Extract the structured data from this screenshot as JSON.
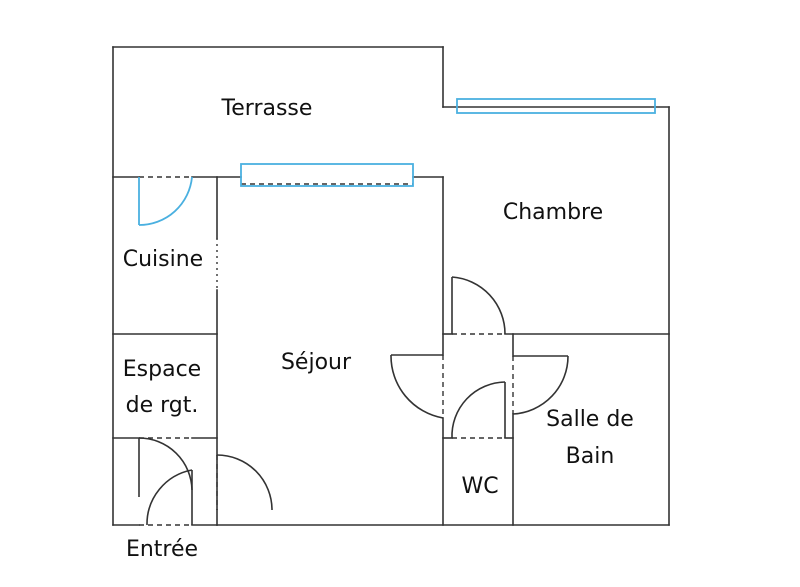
{
  "rooms": {
    "terrasse": "Terrasse",
    "chambre": "Chambre",
    "cuisine": "Cuisine",
    "sejour": "Séjour",
    "espace_line1": "Espace",
    "espace_line2": "de rgt.",
    "salle_line1": "Salle de",
    "salle_line2": "Bain",
    "wc": "WC",
    "entree": "Entrée"
  },
  "colors": {
    "walls": "#333333",
    "openings_highlight": "#4ab0e0",
    "background": "#ffffff"
  }
}
